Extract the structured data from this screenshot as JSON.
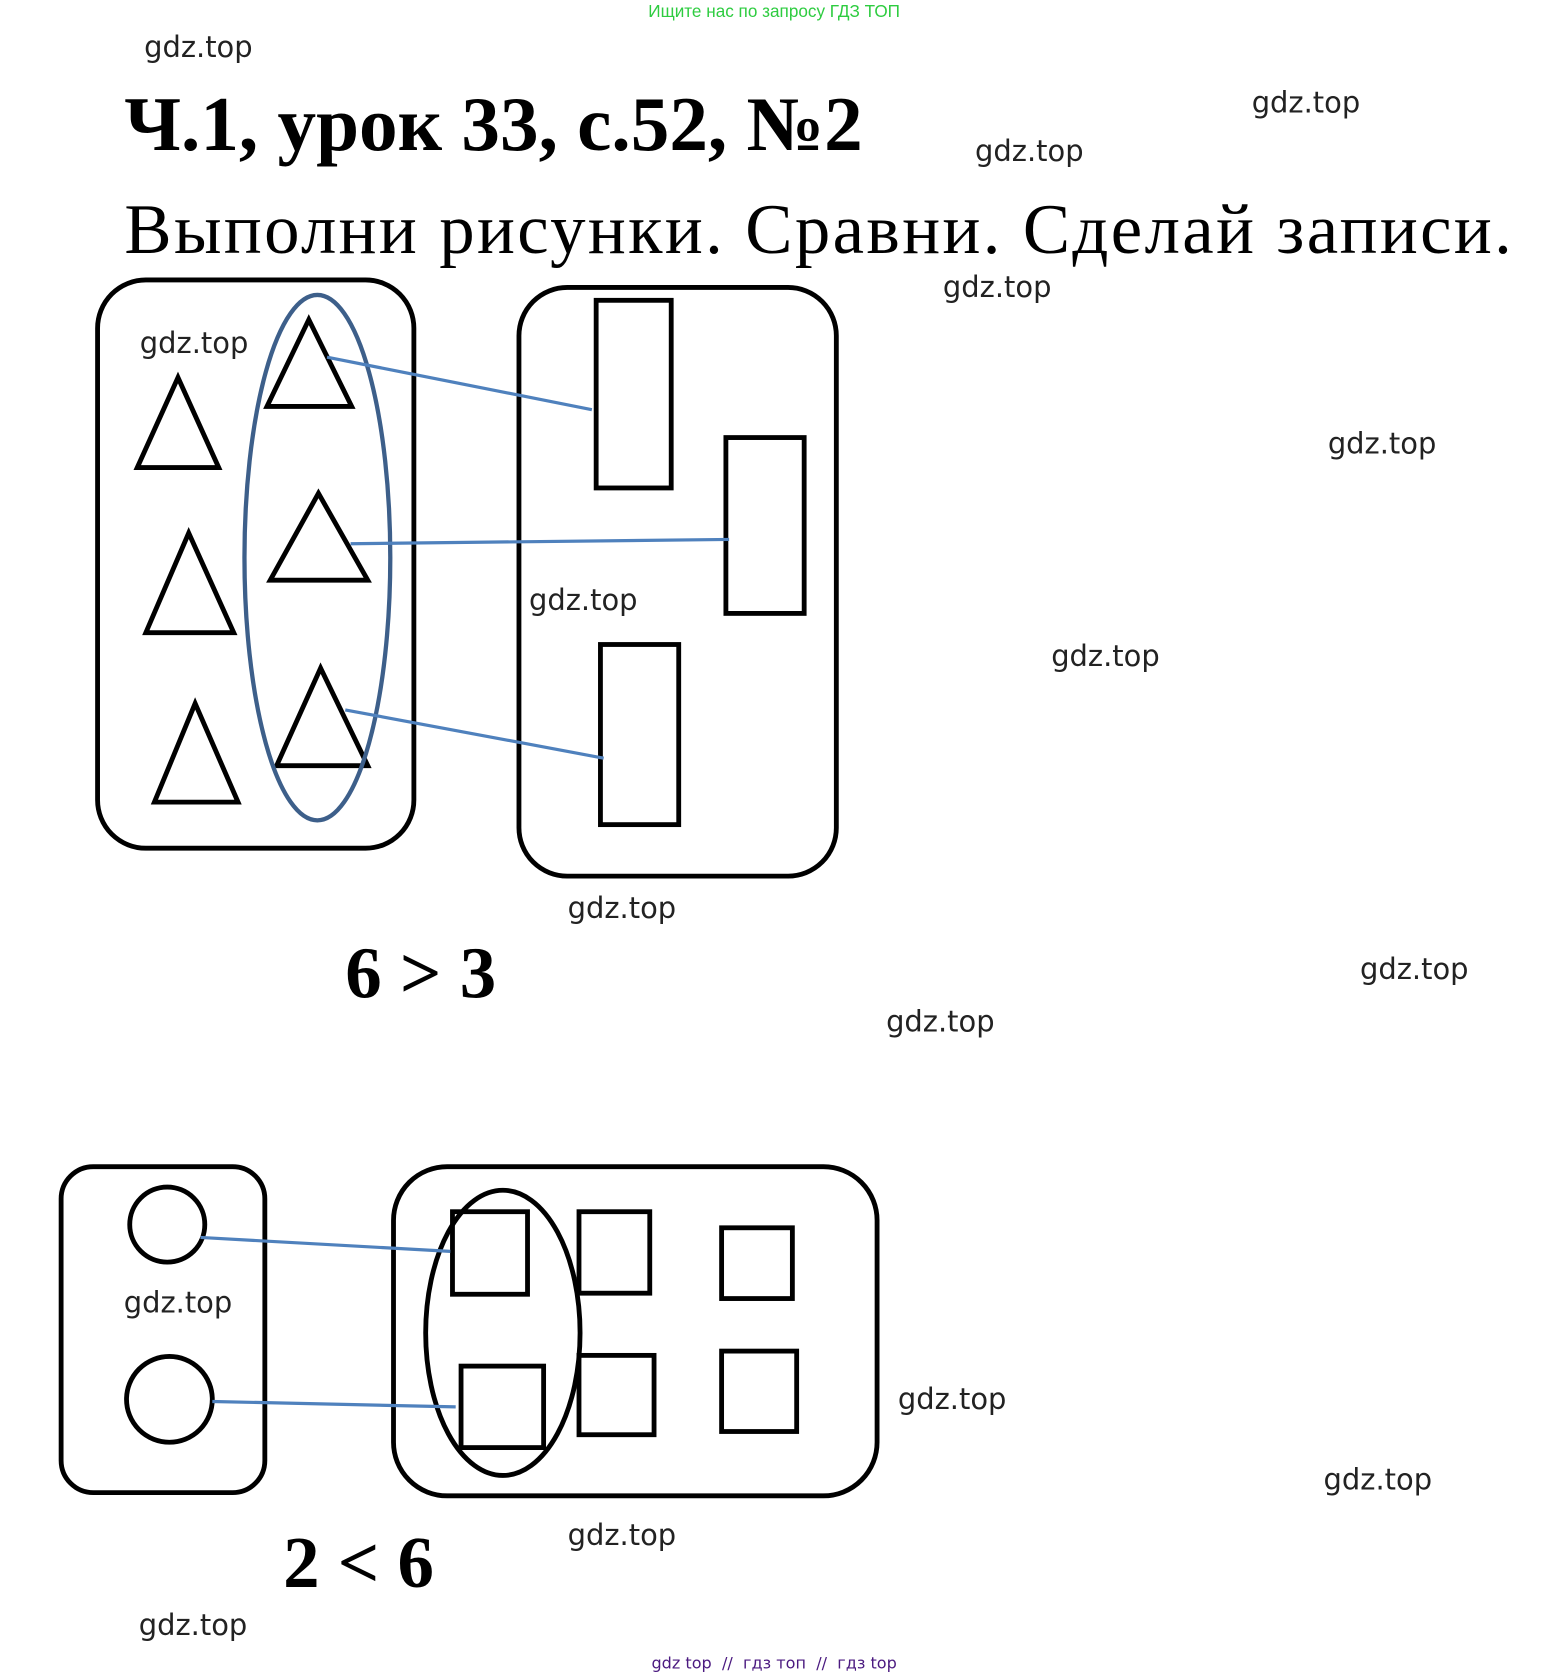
{
  "header_banner": "Ищите нас по запросу ГДЗ ТОП",
  "title": "Ч.1, урок 33, с.52, №2",
  "instruction": "Выполни рисунки. Сравни. Сделай записи.",
  "comparison_1": "6 > 3",
  "comparison_2": "2 < 6",
  "watermark": "gdz.top",
  "footer": "gdz top  //  гдз топ  //  гдз top",
  "colors": {
    "banner": "#2ecc40",
    "footer": "#4b1a80",
    "link_lines": "#4f81bd",
    "ellipse": "#3d5f8a"
  }
}
